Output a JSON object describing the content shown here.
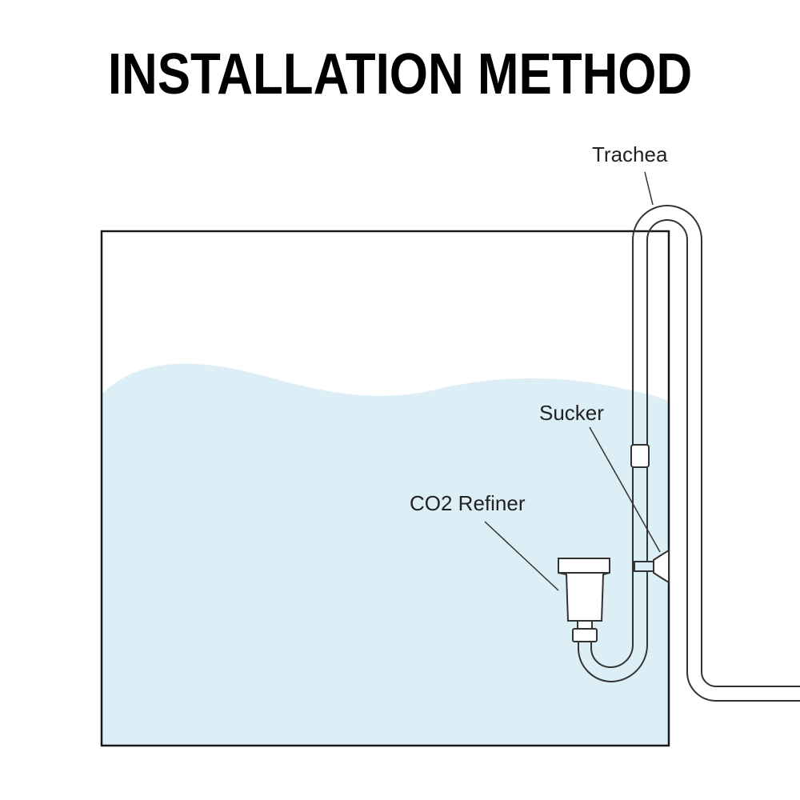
{
  "title": "INSTALLATION METHOD",
  "labels": {
    "trachea": "Trachea",
    "sucker": "Sucker",
    "co2_refiner": "CO2 Refiner"
  },
  "colors": {
    "water": "#dceef6",
    "outline": "#1a1a1a",
    "text": "#000000"
  }
}
